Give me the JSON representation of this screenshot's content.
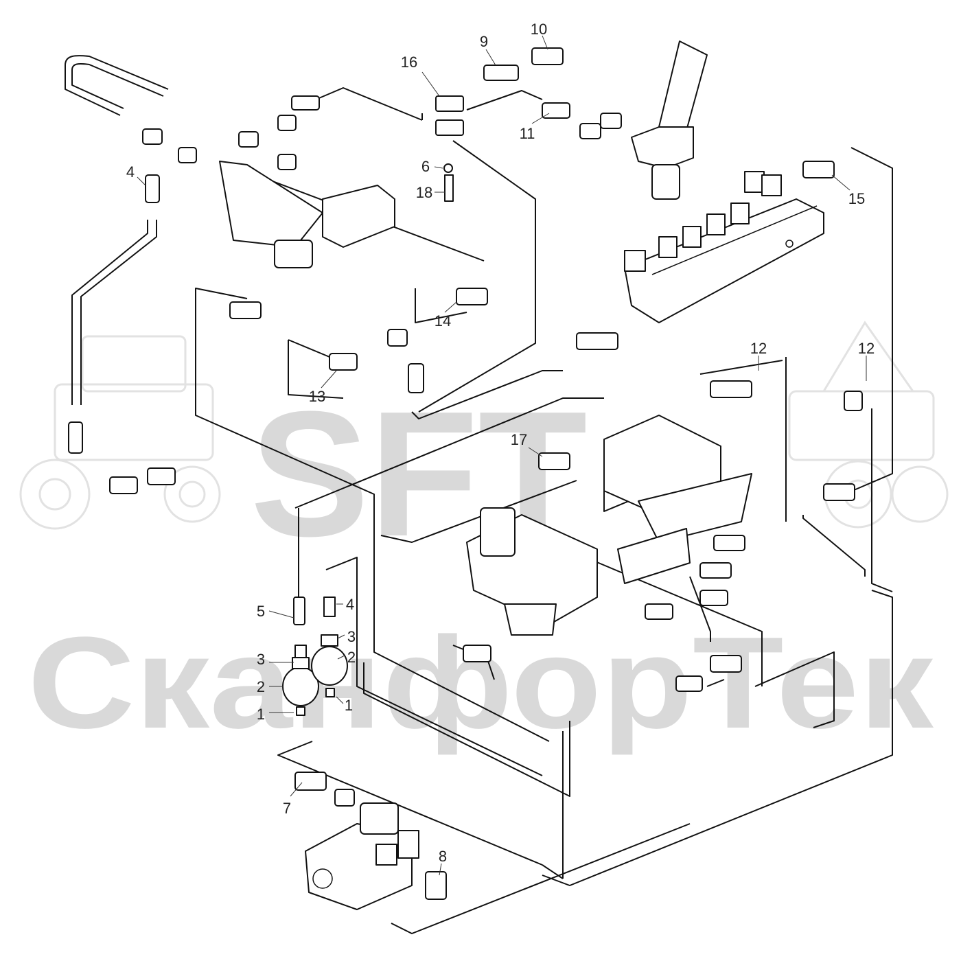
{
  "watermark": {
    "logo": "SFT",
    "company": "СканфорТек",
    "color": "#d9d9d9"
  },
  "callouts": [
    {
      "id": "c1a",
      "label": "1"
    },
    {
      "id": "c1b",
      "label": "1"
    },
    {
      "id": "c2a",
      "label": "2"
    },
    {
      "id": "c2b",
      "label": "2"
    },
    {
      "id": "c3a",
      "label": "3"
    },
    {
      "id": "c3b",
      "label": "3"
    },
    {
      "id": "c4a",
      "label": "4"
    },
    {
      "id": "c4b",
      "label": "4"
    },
    {
      "id": "c5",
      "label": "5"
    },
    {
      "id": "c6",
      "label": "6"
    },
    {
      "id": "c7",
      "label": "7"
    },
    {
      "id": "c8",
      "label": "8"
    },
    {
      "id": "c9",
      "label": "9"
    },
    {
      "id": "c10",
      "label": "10"
    },
    {
      "id": "c11",
      "label": "11"
    },
    {
      "id": "c12a",
      "label": "12"
    },
    {
      "id": "c12b",
      "label": "12"
    },
    {
      "id": "c13",
      "label": "13"
    },
    {
      "id": "c14",
      "label": "14"
    },
    {
      "id": "c15",
      "label": "15"
    },
    {
      "id": "c16",
      "label": "16"
    },
    {
      "id": "c17",
      "label": "17"
    },
    {
      "id": "c18",
      "label": "18"
    }
  ],
  "colors": {
    "line": "#111111",
    "background": "#ffffff",
    "label": "#222222"
  }
}
